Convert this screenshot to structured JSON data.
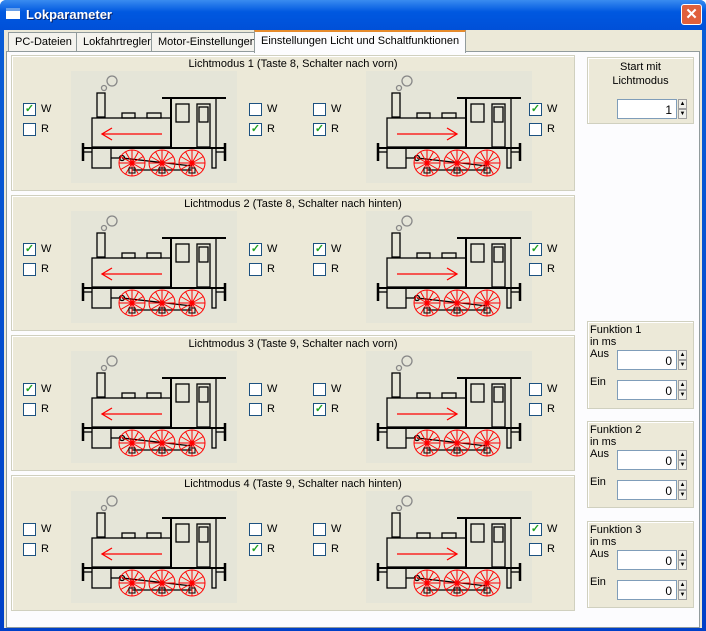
{
  "window": {
    "title": "Lokparameter",
    "close": "✕"
  },
  "tabs": [
    {
      "label": "PC-Dateien"
    },
    {
      "label": "Lokfahrtregler"
    },
    {
      "label": "Motor-Einstellungen"
    },
    {
      "label": "Einstellungen Licht und Schaltfunktionen",
      "active": true
    }
  ],
  "labels": {
    "w": "W",
    "r": "R",
    "aus": "Aus",
    "ein": "Ein",
    "in_ms": "in ms"
  },
  "modes": [
    {
      "title": "Lichtmodus 1 (Taste 8, Schalter nach vorn)",
      "checks": [
        {
          "w": true,
          "r": false
        },
        {
          "w": false,
          "r": true
        },
        {
          "w": false,
          "r": true
        },
        {
          "w": true,
          "r": false
        }
      ]
    },
    {
      "title": "Lichtmodus 2 (Taste 8, Schalter nach hinten)",
      "checks": [
        {
          "w": true,
          "r": false
        },
        {
          "w": true,
          "r": false
        },
        {
          "w": true,
          "r": false
        },
        {
          "w": true,
          "r": false
        }
      ]
    },
    {
      "title": "Lichtmodus 3 (Taste 9, Schalter nach vorn)",
      "checks": [
        {
          "w": true,
          "r": false
        },
        {
          "w": false,
          "r": false
        },
        {
          "w": false,
          "r": true
        },
        {
          "w": false,
          "r": false
        }
      ]
    },
    {
      "title": "Lichtmodus 4 (Taste 9, Schalter nach hinten)",
      "checks": [
        {
          "w": false,
          "r": false
        },
        {
          "w": false,
          "r": true
        },
        {
          "w": false,
          "r": false
        },
        {
          "w": true,
          "r": false
        }
      ]
    }
  ],
  "start": {
    "title": "Start mit Lichtmodus",
    "value": "1"
  },
  "functions": [
    {
      "title": "Funktion 1",
      "aus": "0",
      "ein": "0"
    },
    {
      "title": "Funktion 2",
      "aus": "0",
      "ein": "0"
    },
    {
      "title": "Funktion 3",
      "aus": "0",
      "ein": "0"
    }
  ],
  "colors": {
    "arrow": "#ff0000",
    "wheel": "#ff0000"
  }
}
